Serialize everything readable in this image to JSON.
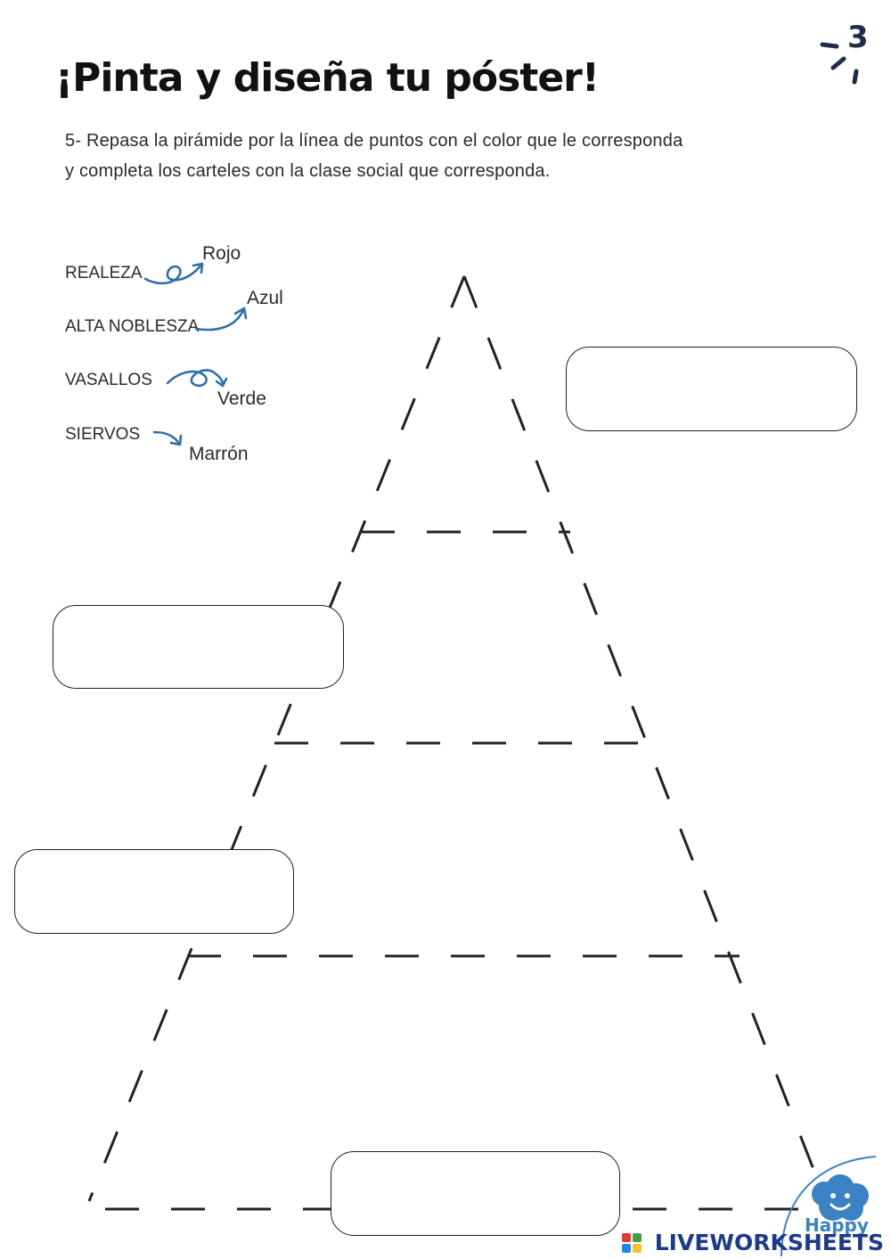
{
  "header": {
    "title": "¡Pinta y diseña tu póster!",
    "badge_number": "3"
  },
  "instructions": {
    "line1": "5- Repasa la pirámide por la línea de puntos con el color que le corresponda",
    "line2": "y completa los carteles con la clase social que corresponda."
  },
  "legend": [
    {
      "class": "REALEZA",
      "color": "Rojo"
    },
    {
      "class": "ALTA NOBLESZA",
      "color": "Azul"
    },
    {
      "class": "VASALLOS",
      "color": "Verde"
    },
    {
      "class": "SIERVOS",
      "color": "Marrón"
    }
  ],
  "answer_boxes": [
    {
      "value": "",
      "placeholder": ""
    },
    {
      "value": "",
      "placeholder": ""
    },
    {
      "value": "",
      "placeholder": ""
    },
    {
      "value": "",
      "placeholder": ""
    }
  ],
  "footer": {
    "brand": "LIVEWORKSHEETS",
    "corner_logo_text": "Happy"
  },
  "colors": {
    "arrow": "#2f6ea8",
    "logo_blue": "#3b82c4",
    "brand": "#1e3a8a"
  }
}
